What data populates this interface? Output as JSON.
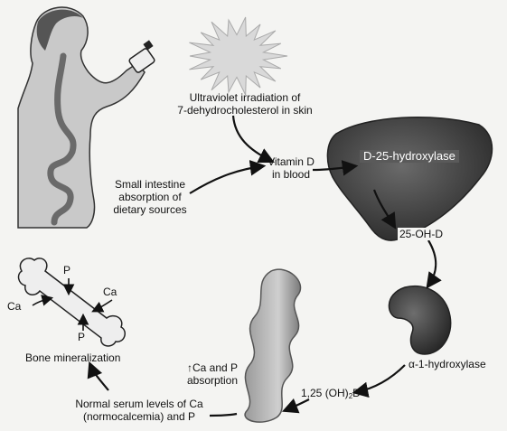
{
  "labels": {
    "uv_line1": "Ultraviolet irradiation of",
    "uv_line2": "7-dehydrocholesterol in skin",
    "vitd_line1": "Vitamin D",
    "vitd_line2": "in blood",
    "intestine_line1": "Small intestine",
    "intestine_line2": "absorption of",
    "intestine_line3": "dietary sources",
    "liver_enzyme": "D-25-hydroxylase",
    "ohd": "25-OH-D",
    "kidney_enzyme": "α-1-hydroxylase",
    "dihydroxy_main": "1,25 (OH)",
    "dihydroxy_sub1": "2",
    "dihydroxy_d": "D",
    "absorption_line1": "↑Ca and P",
    "absorption_line2": "absorption",
    "bone_mineralization": "Bone mineralization",
    "bone_ca_left": "Ca",
    "bone_ca_right": "Ca",
    "bone_p_top": "P",
    "bone_p_bottom": "P",
    "serum_line1": "Normal serum levels of Ca",
    "serum_line2": "(normocalcemia) and P"
  },
  "colors": {
    "ink": "#111111",
    "organ_dark": "#3a3a3a",
    "organ_mid": "#8a8a8a",
    "skin_light": "#cfcfcf",
    "background": "#f4f4f2"
  }
}
